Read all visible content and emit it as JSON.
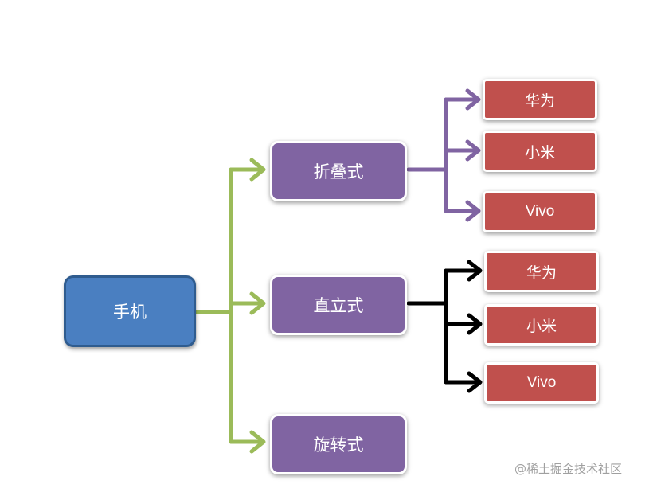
{
  "diagram": {
    "root": {
      "label": "手机",
      "color": "#4a7fc1"
    },
    "types": [
      {
        "label": "折叠式",
        "color": "#8064a2",
        "brands": [
          "华为",
          "小米",
          "Vivo"
        ],
        "connector_color": "#8064a2"
      },
      {
        "label": "直立式",
        "color": "#8064a2",
        "brands": [
          "华为",
          "小米",
          "Vivo"
        ],
        "connector_color": "#000000"
      },
      {
        "label": "旋转式",
        "color": "#8064a2",
        "brands": []
      }
    ],
    "brand_color": "#c0504d",
    "root_connector_color": "#9bbb59"
  },
  "watermark": "@稀土掘金技术社区"
}
